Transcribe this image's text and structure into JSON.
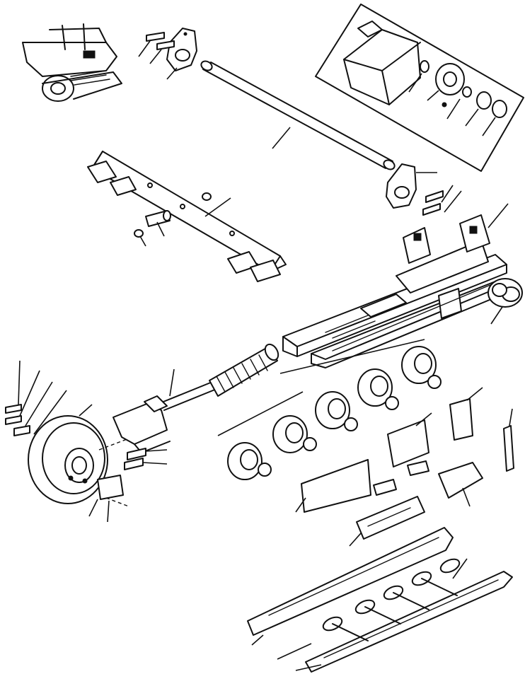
{
  "diagram": {
    "type": "exploded parts view",
    "colors": {
      "ink": "#111111",
      "paper": "#ffffff"
    },
    "parts": [
      "machine-thumbnail",
      "pivot-shaft",
      "shaft-bracket",
      "bearing-inset",
      "equalizer-bar",
      "track-frame",
      "final-drive-sprocket",
      "recoil-spring",
      "idler-yoke",
      "front-idler",
      "track-rollers",
      "carrier-brackets",
      "track-guards"
    ]
  }
}
